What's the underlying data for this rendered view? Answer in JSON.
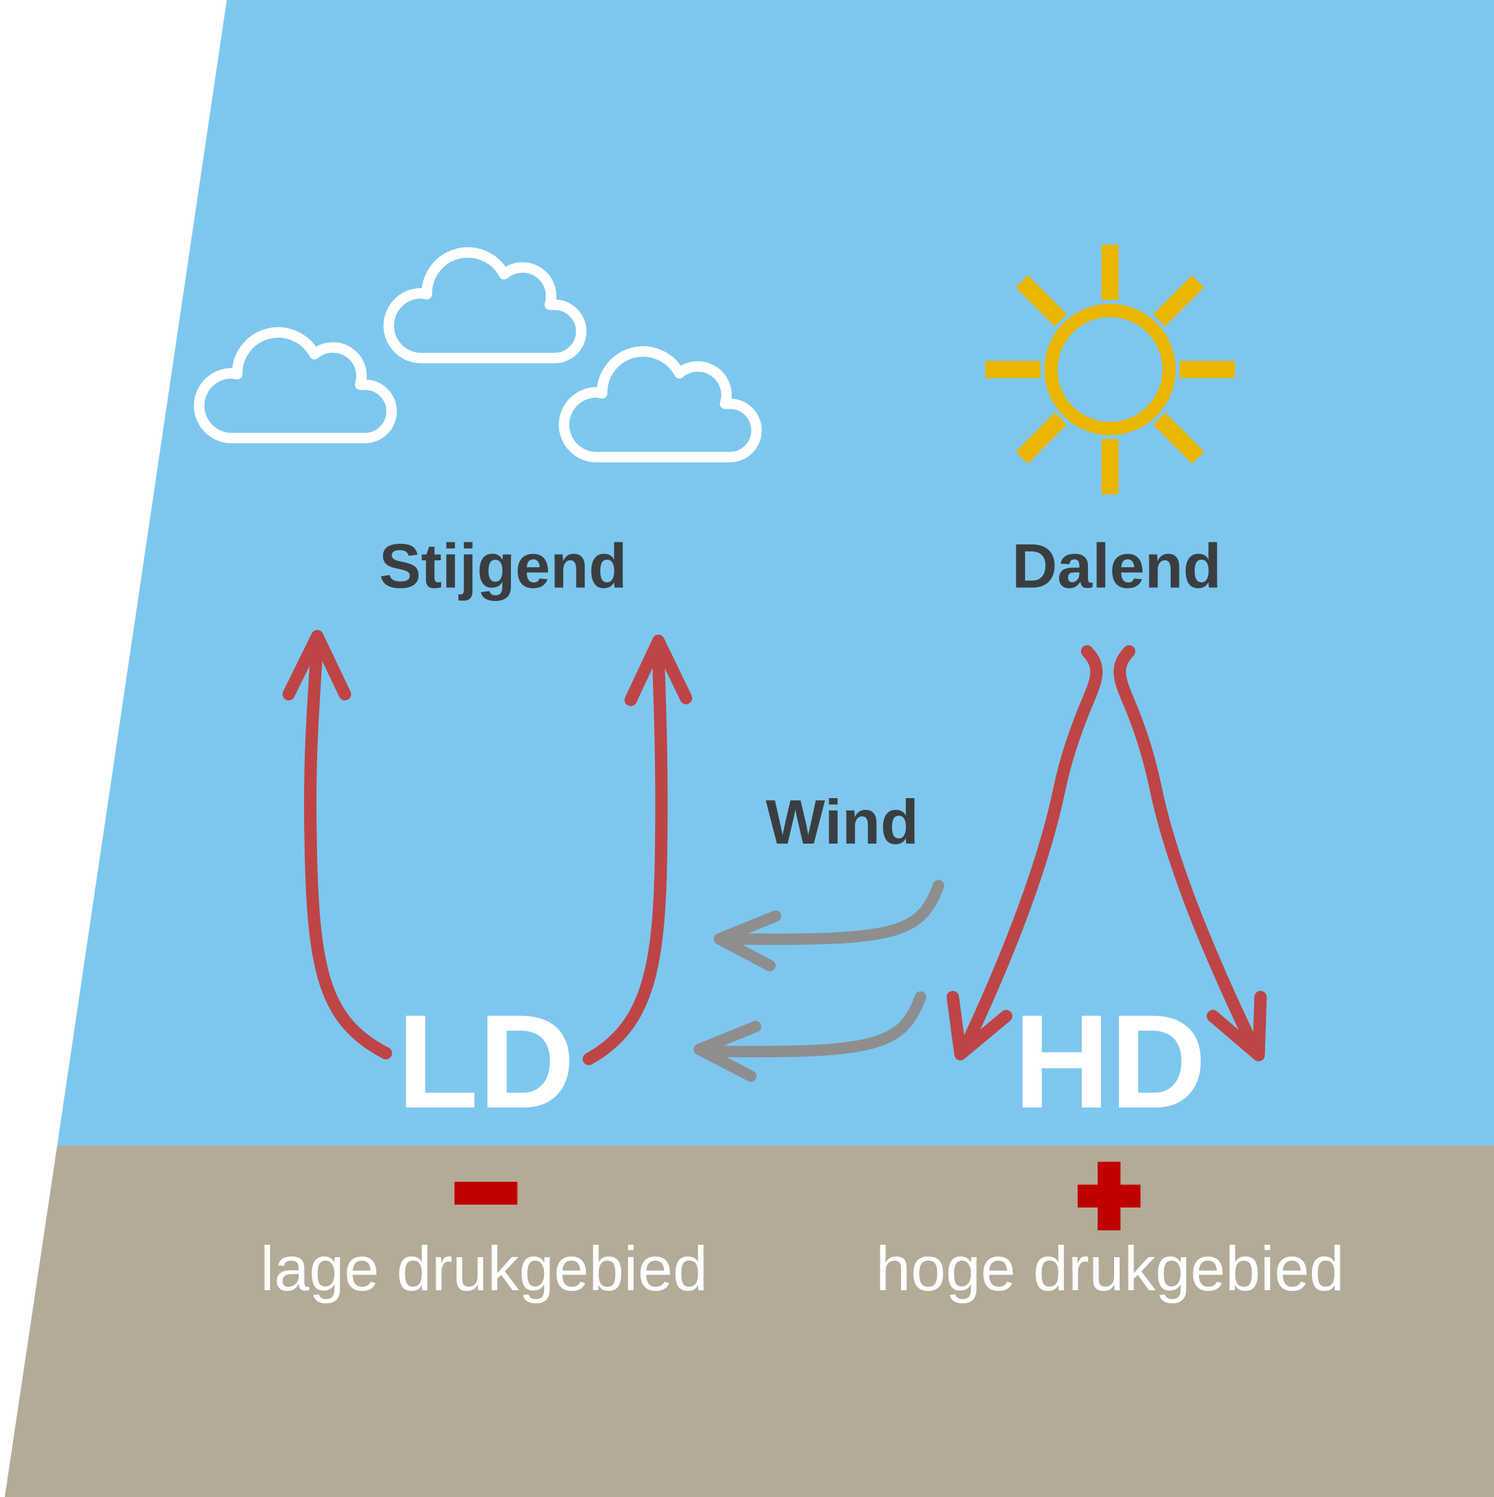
{
  "labels": {
    "rising": "Stijgend",
    "sinking": "Dalend",
    "wind": "Wind",
    "low": "LD",
    "high": "HD",
    "low_area": "lage drukgebied",
    "high_area": "hoge drukgebied"
  },
  "icons": {
    "clouds": "cloud-icon",
    "sun": "sun-icon",
    "low_sign": "minus-icon",
    "high_sign": "plus-icon"
  },
  "colors": {
    "sky": "#7DC7EF",
    "ground": "#B3AB98",
    "cloud": "#FFFFFF",
    "sun": "#EAB600",
    "vertical_flow": "#BE4545",
    "wind": "#8E8E8E",
    "label_dark": "#3B3E40",
    "label_light": "#FFFFFF",
    "sign": "#C00000"
  }
}
